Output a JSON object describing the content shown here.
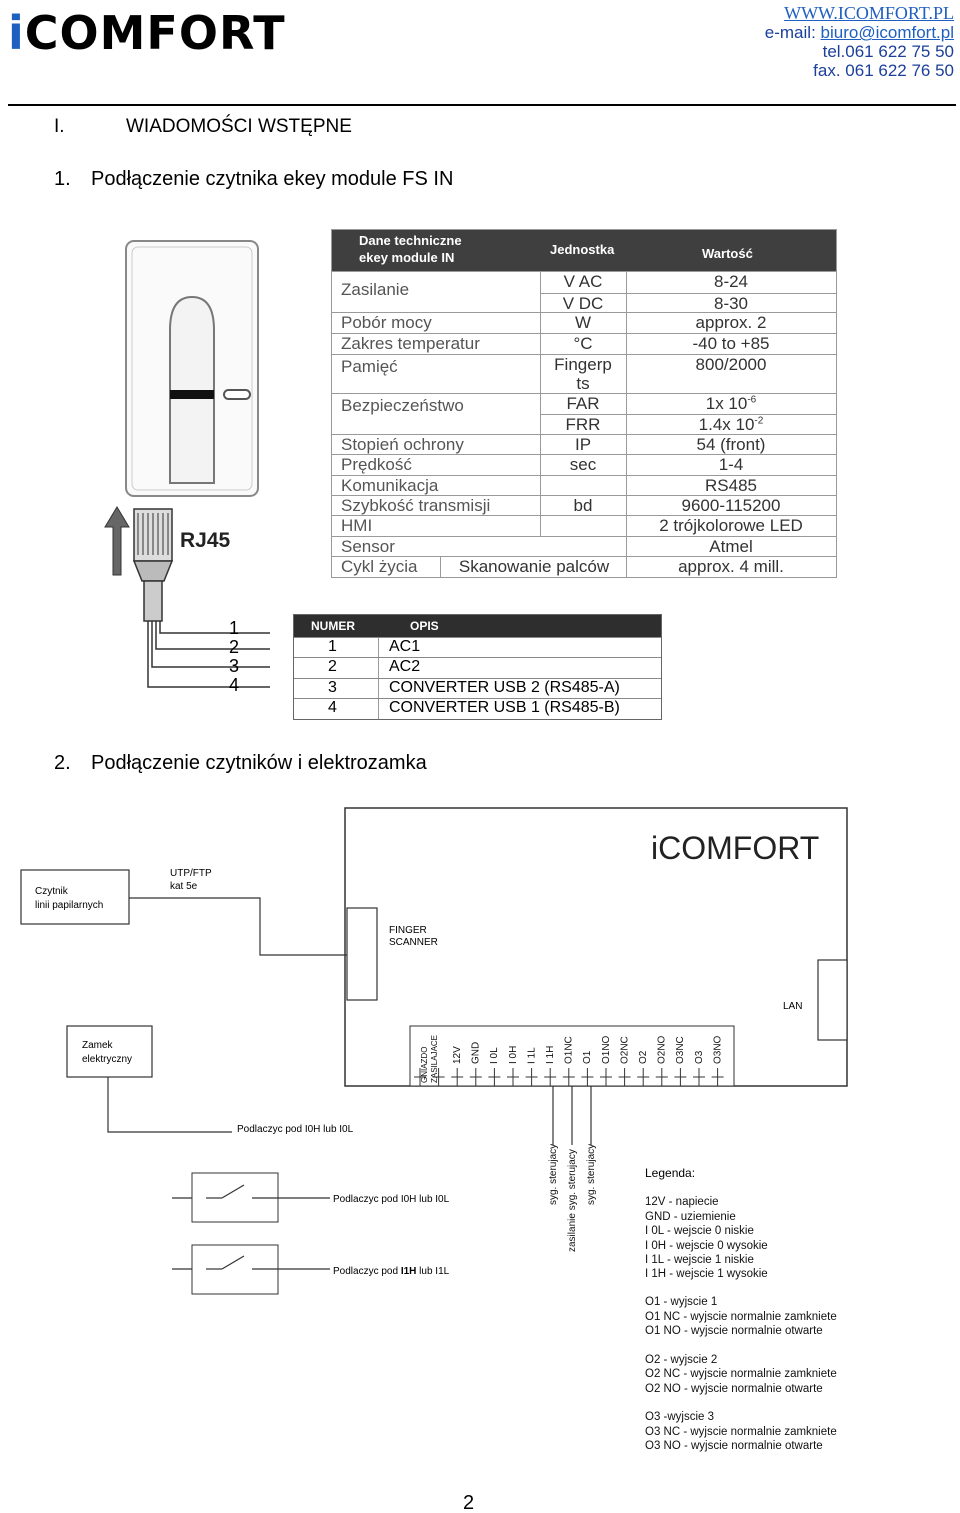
{
  "header": {
    "logo_prefix": "i",
    "logo_text": "COMFORT",
    "www": "WWW.ICOMFORT.PL",
    "email_label": "e-mail:",
    "email": "biuro@icomfort.pl",
    "tel": "tel.061 622 75 50",
    "fax": "fax. 061 622 76 50"
  },
  "section": {
    "number": "I.",
    "title": "WIADOMOŚCI WSTĘPNE"
  },
  "sub1": {
    "number": "1.",
    "title": "Podłączenie czytnika ekey module FS IN"
  },
  "sub2": {
    "number": "2.",
    "title": "Podłączenie czytników i elektrozamka"
  },
  "rj45_label": "RJ45",
  "spec_table": {
    "head": [
      "Dane techniczne",
      "ekey module IN",
      "Jednostka",
      "Wartość"
    ],
    "rows": [
      {
        "name": "Zasilanie",
        "unit": "V AC",
        "value": "8-24"
      },
      {
        "name": "",
        "unit": "V DC",
        "value": "8-30"
      },
      {
        "name": "Pobór mocy",
        "unit": "W",
        "value": "approx. 2"
      },
      {
        "name": "Zakres temperatur",
        "unit": "°C",
        "value": "-40 to +85"
      },
      {
        "name": "Pamięć",
        "unit": "Fingerp",
        "value": "800/2000"
      },
      {
        "name": "",
        "unit": "ts",
        "value": ""
      },
      {
        "name": "Bezpieczeństwo",
        "unit": "FAR",
        "value": "1x 10",
        "sup": "-6"
      },
      {
        "name": "",
        "unit": "FRR",
        "value": "1.4x 10",
        "sup": "-2"
      },
      {
        "name": "Stopień ochrony",
        "unit": "IP",
        "value": "54 (front)"
      },
      {
        "name": "Prędkość",
        "unit": "sec",
        "value": "1-4"
      },
      {
        "name": "Komunikacja",
        "unit": "",
        "value": "RS485"
      },
      {
        "name": "Szybkość transmisji",
        "unit": "bd",
        "value": "9600-115200"
      },
      {
        "name": "HMI",
        "unit": "",
        "value": "2 trójkolorowe LED"
      },
      {
        "name": "Sensor",
        "unit": "",
        "value": "Atmel"
      },
      {
        "name": "Cykl życia",
        "unit": "Skanowanie palców",
        "value": "approx. 4 mill."
      }
    ]
  },
  "wire_numbers": [
    "1",
    "2",
    "3",
    "4"
  ],
  "pin_table": {
    "head": [
      "NUMER",
      "OPIS"
    ],
    "rows": [
      {
        "num": "1",
        "desc": "AC1"
      },
      {
        "num": "2",
        "desc": "AC2"
      },
      {
        "num": "3",
        "desc": "CONVERTER USB 2 (RS485-A)"
      },
      {
        "num": "4",
        "desc": "CONVERTER USB 1 (RS485-B)"
      }
    ]
  },
  "diagram": {
    "brand": "iCOMFORT",
    "reader_label": [
      "Czytnik",
      "linii papilarnych"
    ],
    "cable_label": [
      "UTP/FTP",
      "kat 5e"
    ],
    "finger_label": [
      "FINGER",
      "SCANNER"
    ],
    "lan_label": "LAN",
    "lock_label": [
      "Zamek",
      "elektryczny"
    ],
    "connect_lock": "Podlaczyc pod I0H lub I0L",
    "switch1": "Podlaczyc pod I0H lub I0L",
    "switch2_pre": "Podlaczyc pod ",
    "switch2_bold": "I1H",
    "switch2_post": " lub I1L",
    "terminals": [
      "12V",
      "GND",
      "I 0L",
      "I 0H",
      "I 1L",
      "I 1H",
      "O1NC",
      "O1",
      "O1NO",
      "O2NC",
      "O2",
      "O2NO",
      "O3NC",
      "O3",
      "O3NO"
    ],
    "power_terminal": [
      "GNIAZDO",
      "ZASILAJACE"
    ],
    "vertical_labels": [
      "syg. sterujacy",
      "zasilanie syg. sterujacy",
      "syg. sterujacy"
    ],
    "legend_title": "Legenda:",
    "legend": [
      "12V - napiecie",
      "GND - uziemienie",
      "I 0L - wejscie  0 niskie",
      "I 0H - wejscie  0 wysokie",
      "I 1L - wejscie  1 niskie",
      "I 1H - wejscie  1 wysokie",
      "O1 - wyjscie 1",
      "O1 NC - wyjscie normalnie zamkniete",
      "O1 NO - wyjscie normalnie otwarte",
      "O2 - wyjscie 2",
      "O2 NC - wyjscie normalnie zamkniete",
      "O2 NO - wyjscie normalnie otwarte",
      "O3 -wyjscie 3",
      "O3 NC - wyjscie normalnie zamkniete",
      "O3 NO - wyjscie normalnie otwarte"
    ]
  },
  "page_number": "2"
}
